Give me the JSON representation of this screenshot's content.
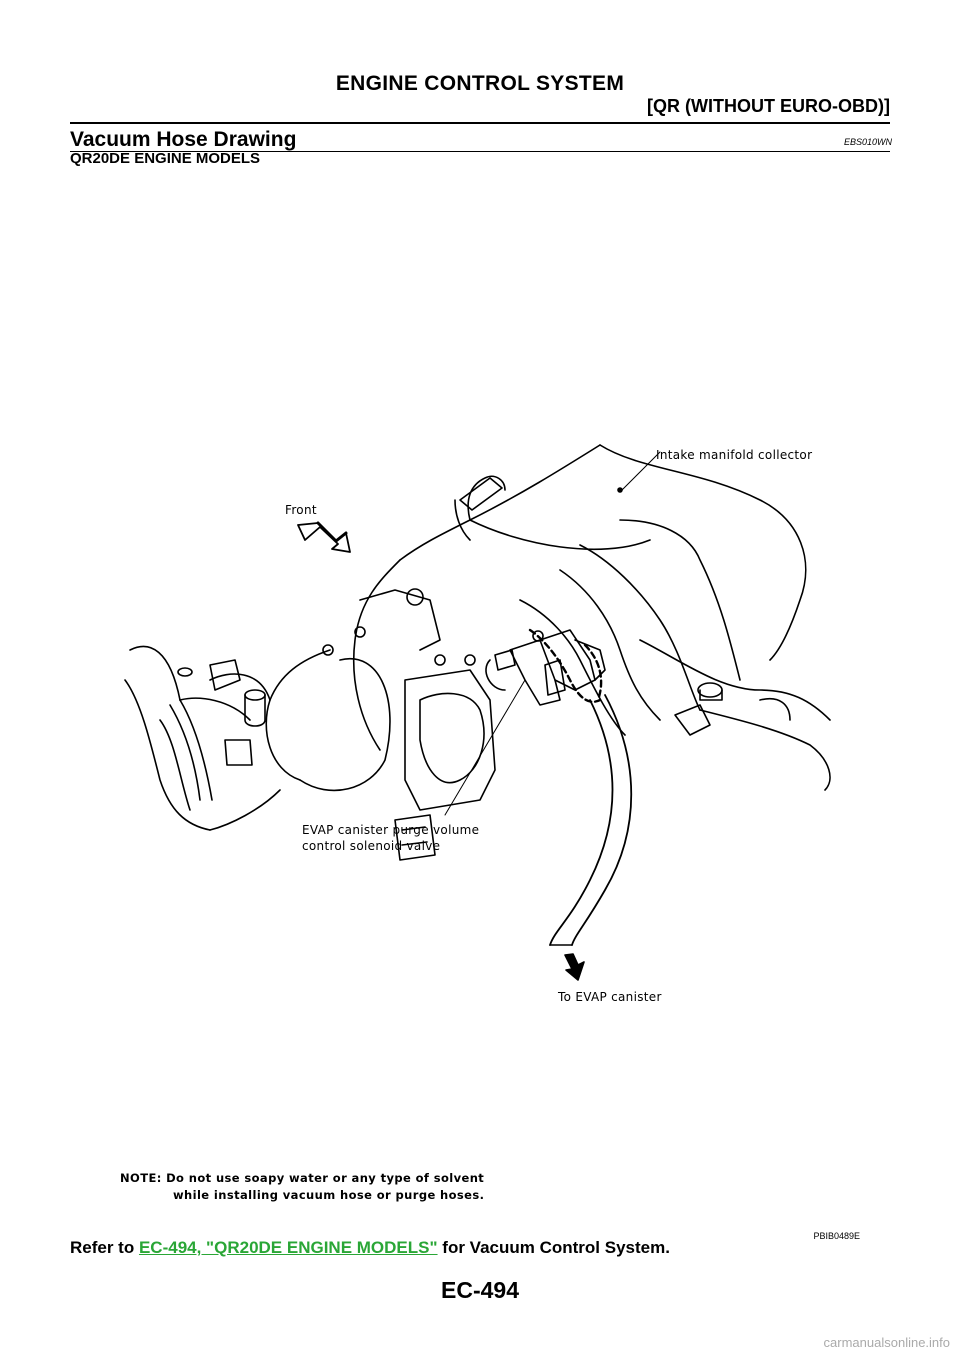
{
  "header": {
    "title": "ENGINE CONTROL SYSTEM",
    "subtitle": "[QR (WITHOUT EURO-OBD)]"
  },
  "section": {
    "title": "Vacuum Hose Drawing",
    "code": "EBS010WN",
    "subtitle": "QR20DE ENGINE MODELS"
  },
  "figure": {
    "labels": {
      "intake": "Intake manifold collector",
      "front": "Front",
      "evap_line1": "EVAP canister purge volume",
      "evap_line2": "control solenoid valve",
      "to_canister": "To EVAP canister"
    },
    "note_line1": "NOTE: Do not use soapy water or any type of solvent",
    "note_line2": "while installing vacuum hose or purge hoses.",
    "code": "PBIB0489E"
  },
  "reference": {
    "prefix": "Refer to ",
    "link": "EC-494, \"QR20DE ENGINE MODELS\"",
    "suffix": "  for Vacuum Control System."
  },
  "page_number": "EC-494",
  "watermark": "carmanualsonline.info"
}
